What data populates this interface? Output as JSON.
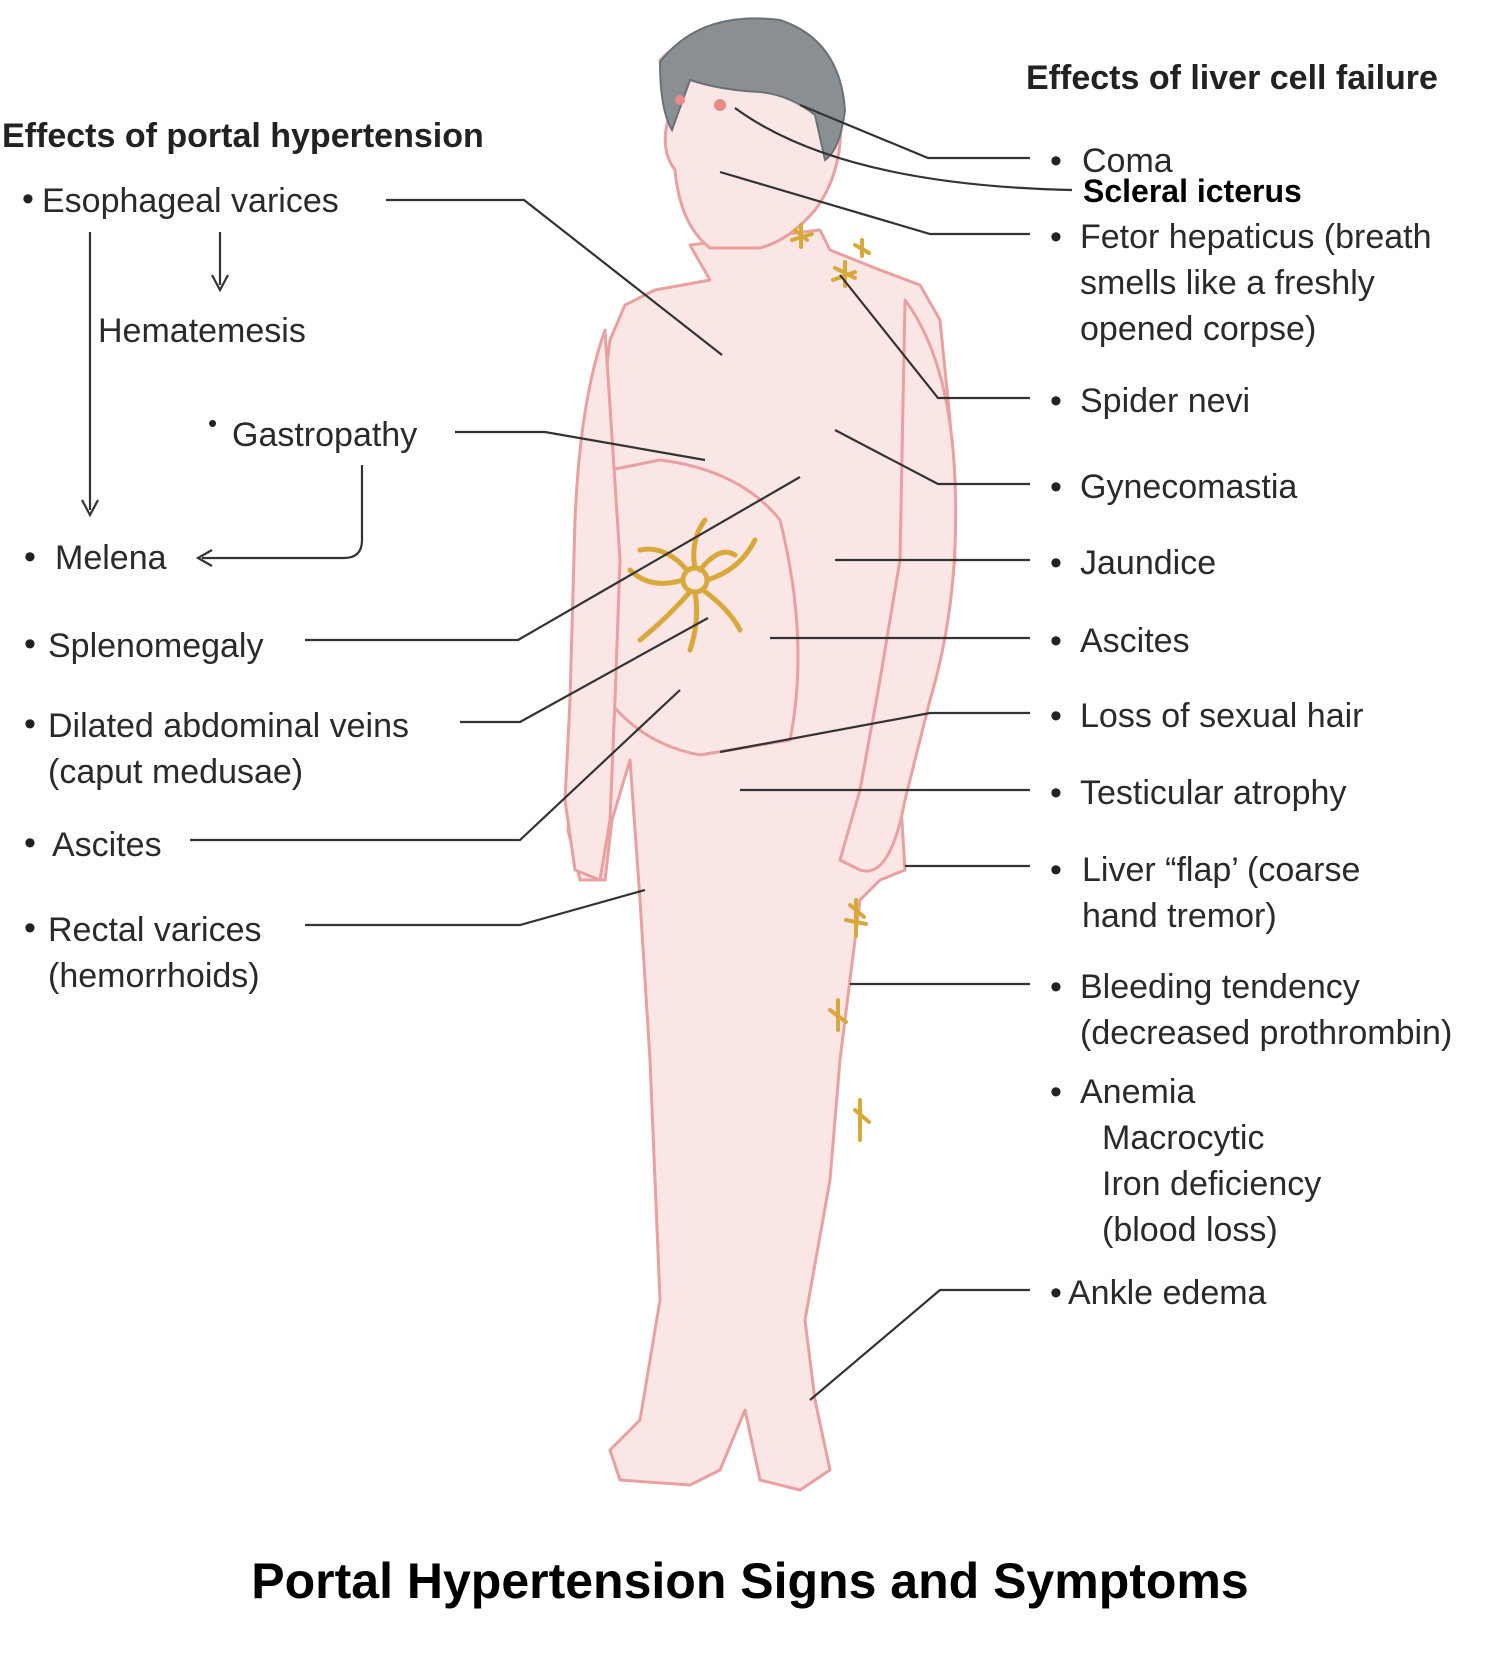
{
  "left": {
    "heading": "Effects of portal hypertension",
    "esophageal_varices": "Esophageal varices",
    "hematemesis": "Hematemesis",
    "gastropathy": "Gastropathy",
    "melena": "Melena",
    "splenomegaly": "Splenomegaly",
    "dilated_veins": [
      "Dilated abdominal veins",
      "(caput medusae)"
    ],
    "ascites": "Ascites",
    "rectal_varices": [
      "Rectal varices",
      "(hemorrhoids)"
    ]
  },
  "right": {
    "heading": "Effects of liver cell failure",
    "coma": "Coma",
    "scleral_icterus": "Scleral icterus",
    "fetor": [
      "Fetor hepaticus (breath",
      "smells like a freshly",
      "opened corpse)"
    ],
    "spider_nevi": "Spider nevi",
    "gynecomastia": "Gynecomastia",
    "jaundice": "Jaundice",
    "ascites": "Ascites",
    "sexual_hair": "Loss of sexual hair",
    "testicular": "Testicular atrophy",
    "liver_flap": [
      "Liver “flap’ (coarse",
      "hand tremor)"
    ],
    "bleeding": [
      "Bleeding tendency",
      "(decreased prothrombin)"
    ],
    "anemia": [
      "Anemia",
      "Macrocytic",
      "Iron deficiency",
      "(blood loss)"
    ],
    "ankle": "Ankle edema"
  },
  "caption": "Portal Hypertension Signs and Symptoms",
  "colors": {
    "skin": "#fbe6e6",
    "outline": "#e8a0a0",
    "nevi": "#d8a93a",
    "hair": "#8a8f94",
    "leader": "#333333"
  }
}
